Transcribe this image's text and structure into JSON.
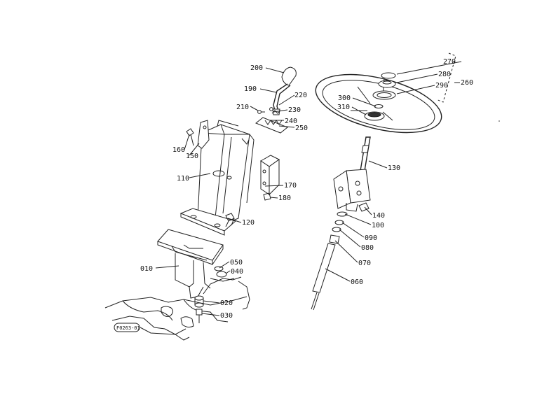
{
  "parts": {
    "p010": "010",
    "p020": "020",
    "p030": "030",
    "p040": "040",
    "p050": "050",
    "p060": "060",
    "p070": "070",
    "p080": "080",
    "p090": "090",
    "p100": "100",
    "p110": "110",
    "p120": "120",
    "p130": "130",
    "p140": "140",
    "p150": "150",
    "p160": "160",
    "p170": "170",
    "p180": "180",
    "p190": "190",
    "p200": "200",
    "p210": "210",
    "p220": "220",
    "p230": "230",
    "p240": "240",
    "p250": "250",
    "p260": "260",
    "p270": "270",
    "p280": "280",
    "p290": "290",
    "p300": "300",
    "p310": "310"
  },
  "stamp": "F0263-01"
}
